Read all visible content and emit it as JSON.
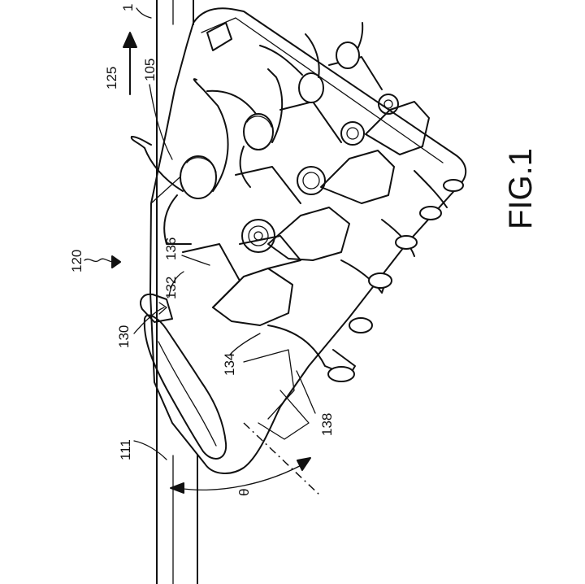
{
  "figure": {
    "caption": "FIG.1",
    "reference_numerals": {
      "top_edge": "1",
      "direction": "125",
      "restraint": "105",
      "system": "120",
      "seat_back": "132",
      "harness": "136",
      "seat_unit": "130",
      "pivot": "134",
      "base": "138",
      "track": "111",
      "angle": "θ"
    }
  }
}
